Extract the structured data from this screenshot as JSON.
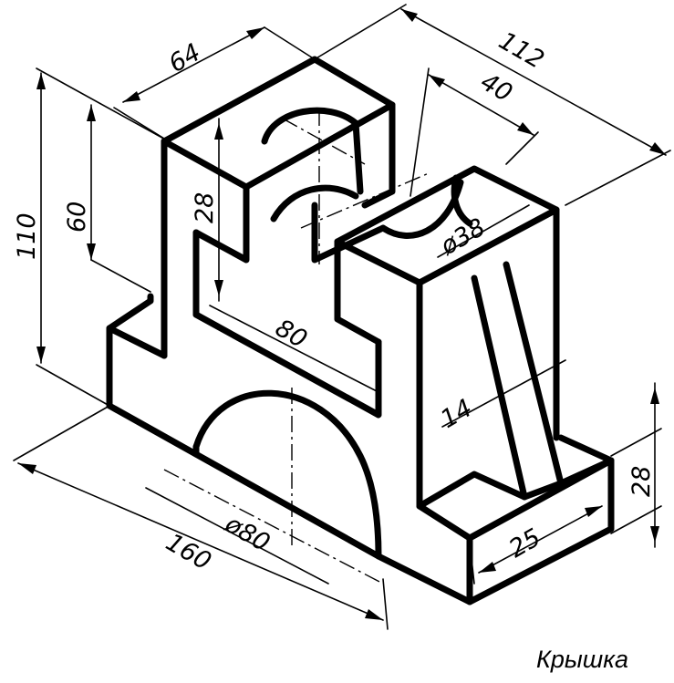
{
  "title": "Крышка",
  "dimensions": {
    "length_total": "160",
    "width_total": "112",
    "height_total": "110",
    "top_block_width": "64",
    "height_inner": "60",
    "slot_depth": "28",
    "slot_length": "80",
    "hole_offset": "40",
    "hole_diameter": "ø38",
    "arch_diameter": "ø80",
    "rib_thickness": "14",
    "rib_base": "25",
    "base_height": "28"
  }
}
